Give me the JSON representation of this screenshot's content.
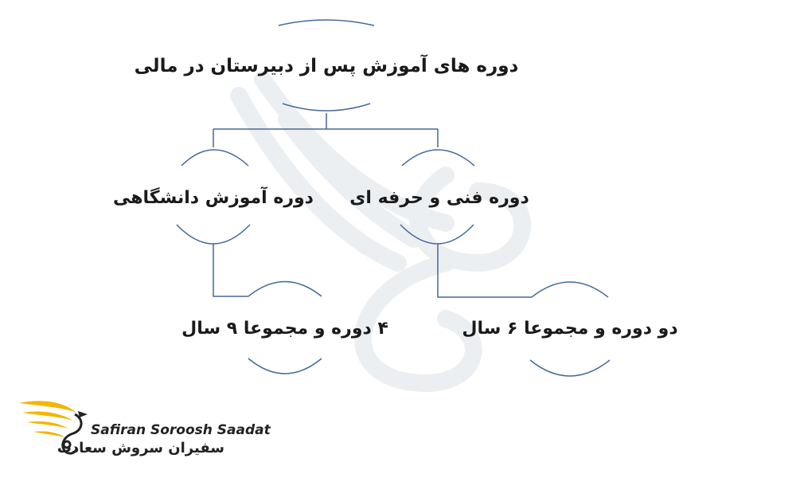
{
  "diagram": {
    "root": {
      "label": "دوره های آموزش پس از دبیرستان در مالی"
    },
    "branches": [
      {
        "label": "دوره فنی و حرفه ای",
        "child": "دو دوره و مجموعا ۶ سال"
      },
      {
        "label": "دوره آموزش دانشگاهی",
        "child": "۴ دوره و مجموعا ۹ سال"
      }
    ]
  },
  "logo": {
    "name_en": "Safiran Soroosh Saadat",
    "name_fa": "سفیران سروش سعادت"
  },
  "colors": {
    "connector": "#44699a",
    "text": "#1a1a1a",
    "logo_gold": "#f2b705",
    "watermark": "#eceff2"
  }
}
